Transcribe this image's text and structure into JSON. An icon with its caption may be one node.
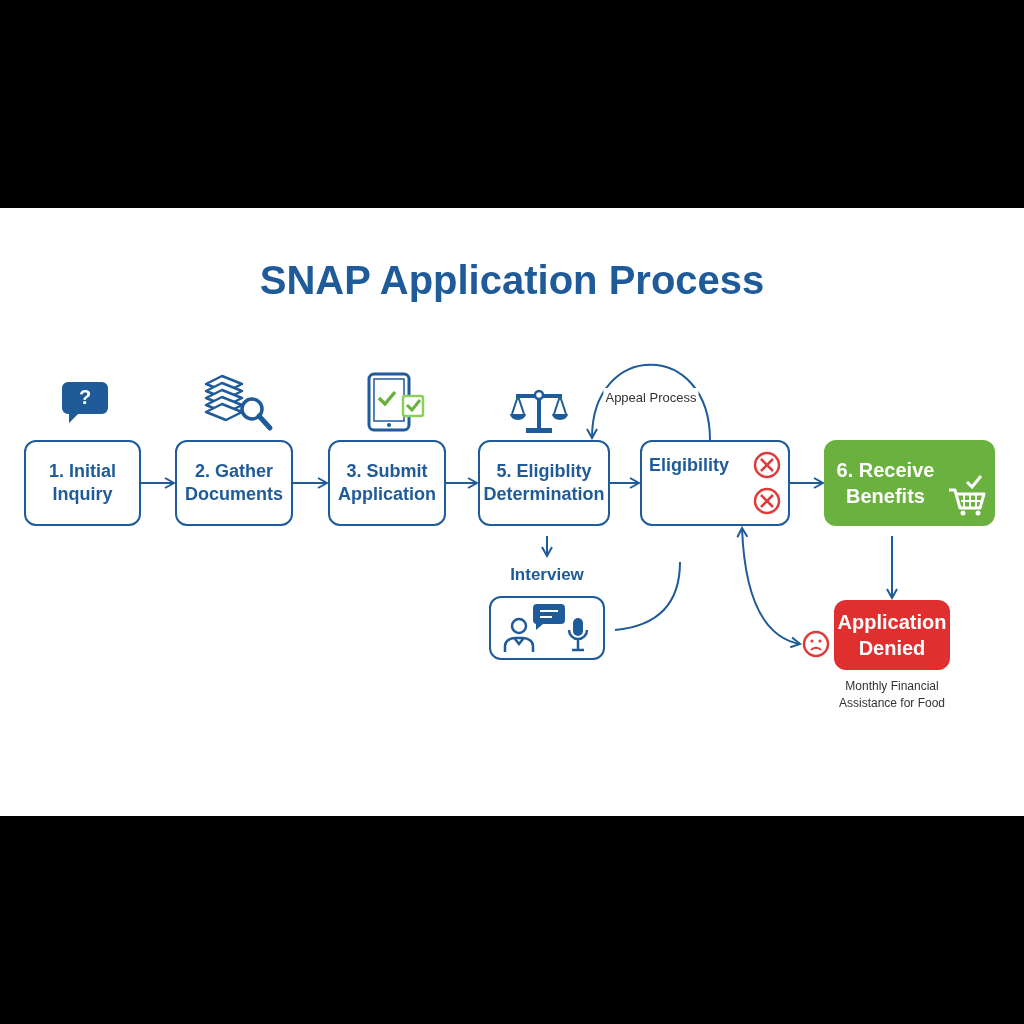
{
  "diagram": {
    "title": "SNAP Application Process",
    "nodes": [
      {
        "text": [
          "1. Initial Inquiry"
        ]
      },
      {
        "text": [
          "2. Gather Documents"
        ]
      },
      {
        "text": [
          "3. Submit Application"
        ]
      },
      {
        "text": [
          "5. Eligiblity Determination"
        ]
      },
      {
        "text": [
          "Eligibility"
        ]
      },
      {
        "text": [
          "6. Receive Benefits"
        ]
      },
      {
        "text": [
          "Interview"
        ]
      },
      {
        "text": [
          "Application Denied"
        ],
        "beside": [
          "Monthly Financial Assistance for Food"
        ]
      }
    ],
    "edges": [
      {
        "from": 0,
        "to": 1,
        "arrow": "to"
      },
      {
        "from": 1,
        "to": 2,
        "arrow": "to"
      },
      {
        "from": 2,
        "to": 3,
        "arrow": "to"
      },
      {
        "from": 3,
        "to": 4,
        "arrow": "to"
      },
      {
        "from": 4,
        "to": 5,
        "arrow": "to"
      },
      {
        "from": 4,
        "to": 3,
        "arrow": "to",
        "label": "Appeal Process"
      },
      {
        "from": 3,
        "to": 6,
        "arrow": "to"
      },
      {
        "from": 6,
        "to": null,
        "arrow": "none"
      },
      {
        "from": 4,
        "to": 7,
        "arrow": "both"
      },
      {
        "from": 5,
        "to": 7,
        "arrow": "to"
      }
    ],
    "labels": [
      "?"
    ]
  }
}
